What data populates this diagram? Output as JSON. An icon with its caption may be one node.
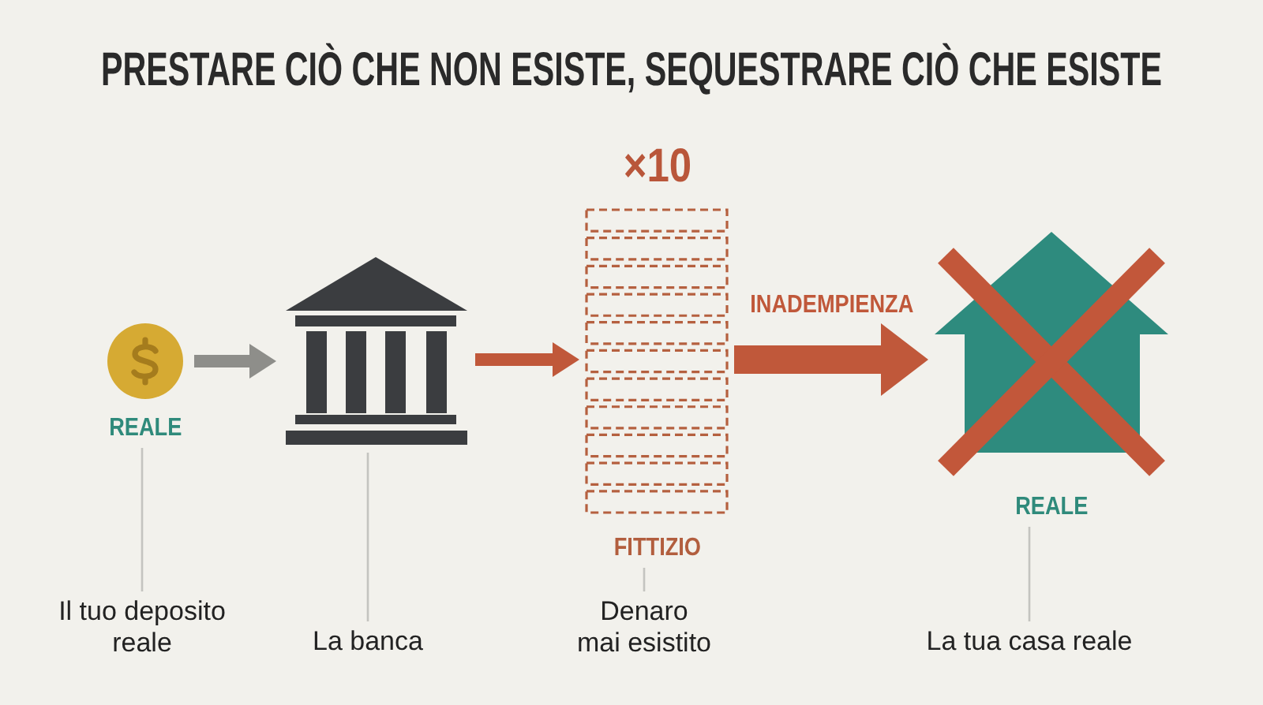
{
  "diagram": {
    "title": "PRESTARE CIÒ CHE NON ESISTE, SEQUESTRARE CIÒ CHE ESISTE",
    "nodes": [
      {
        "text": [],
        "shape": "picture",
        "beside": [
          "REALE"
        ]
      },
      {
        "text": [],
        "shape": "picture"
      },
      {
        "text": [],
        "shape": "picture",
        "beside": [
          "×10",
          "FITTIZIO"
        ]
      },
      {
        "text": [],
        "shape": "picture",
        "beside": [
          "REALE"
        ]
      },
      {
        "text": [
          "Il tuo deposito reale"
        ]
      },
      {
        "text": [
          "La banca"
        ]
      },
      {
        "text": [
          "Denaro mai esistito"
        ]
      },
      {
        "text": [
          "La tua casa reale"
        ]
      }
    ],
    "edges": [
      {
        "from": 0,
        "to": 1,
        "arrow": "to",
        "style": "thick",
        "color": "#8e8e8a"
      },
      {
        "from": 1,
        "to": 2,
        "arrow": "to",
        "style": "thick",
        "color": "#c0583a"
      },
      {
        "from": 2,
        "to": 3,
        "arrow": "to",
        "label": "INADEMPIENZA",
        "style": "thick",
        "color": "#c0583a"
      },
      {
        "from": 4,
        "to": 0,
        "arrow": "none"
      },
      {
        "from": 5,
        "to": 1,
        "arrow": "none"
      },
      {
        "from": 6,
        "to": 2,
        "arrow": "none"
      },
      {
        "from": 7,
        "to": 3,
        "arrow": "none"
      }
    ]
  }
}
